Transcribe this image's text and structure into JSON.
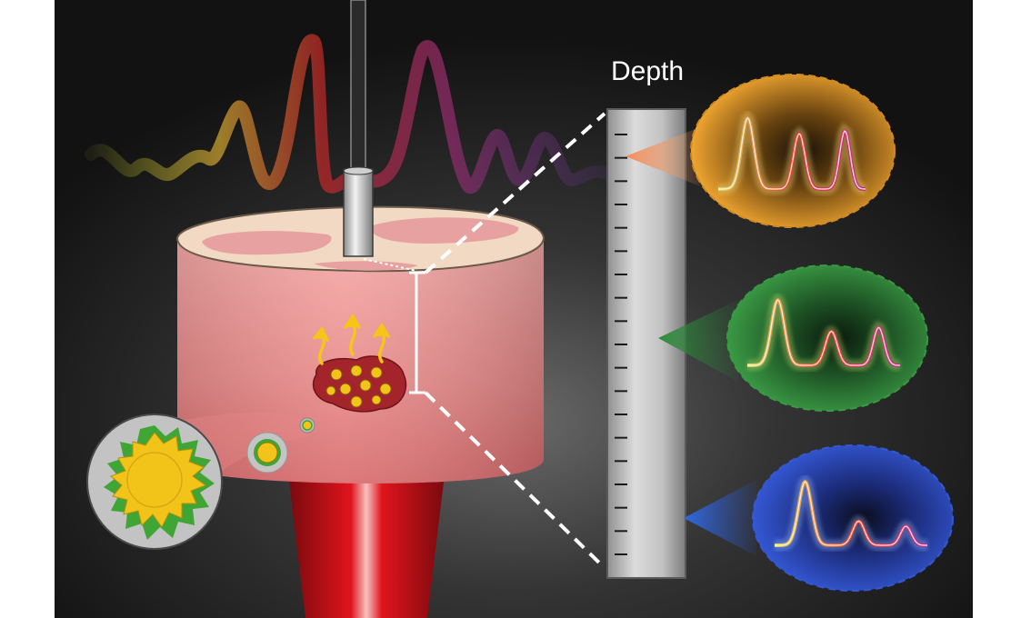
{
  "figure": {
    "depth_label": "Depth",
    "ruler_ticks": 19,
    "colors": {
      "panel_background": "#141414",
      "tissue": "#e8888a",
      "tissue_top": "#f1d5c0",
      "tumor": "#a3242b",
      "nanoparticle": "#f2c41a",
      "nanoparticle_coat": "#3fa535",
      "laser": "#d2161c",
      "shallow_signal": "#f0a530",
      "middle_signal": "#2f8a3a",
      "deep_signal": "#2f54c8"
    },
    "icons": [
      "fiber-probe-icon",
      "heat-arrow-icon",
      "nanoparticle-icon",
      "laser-beam-icon",
      "spectrum-icon"
    ],
    "signal_insets": [
      {
        "depth_level": "shallow",
        "peak_heights": [
          1.0,
          0.78,
          0.82
        ]
      },
      {
        "depth_level": "middle",
        "peak_heights": [
          1.0,
          0.52,
          0.58
        ]
      },
      {
        "depth_level": "deep",
        "peak_heights": [
          1.0,
          0.38,
          0.3
        ]
      }
    ]
  }
}
